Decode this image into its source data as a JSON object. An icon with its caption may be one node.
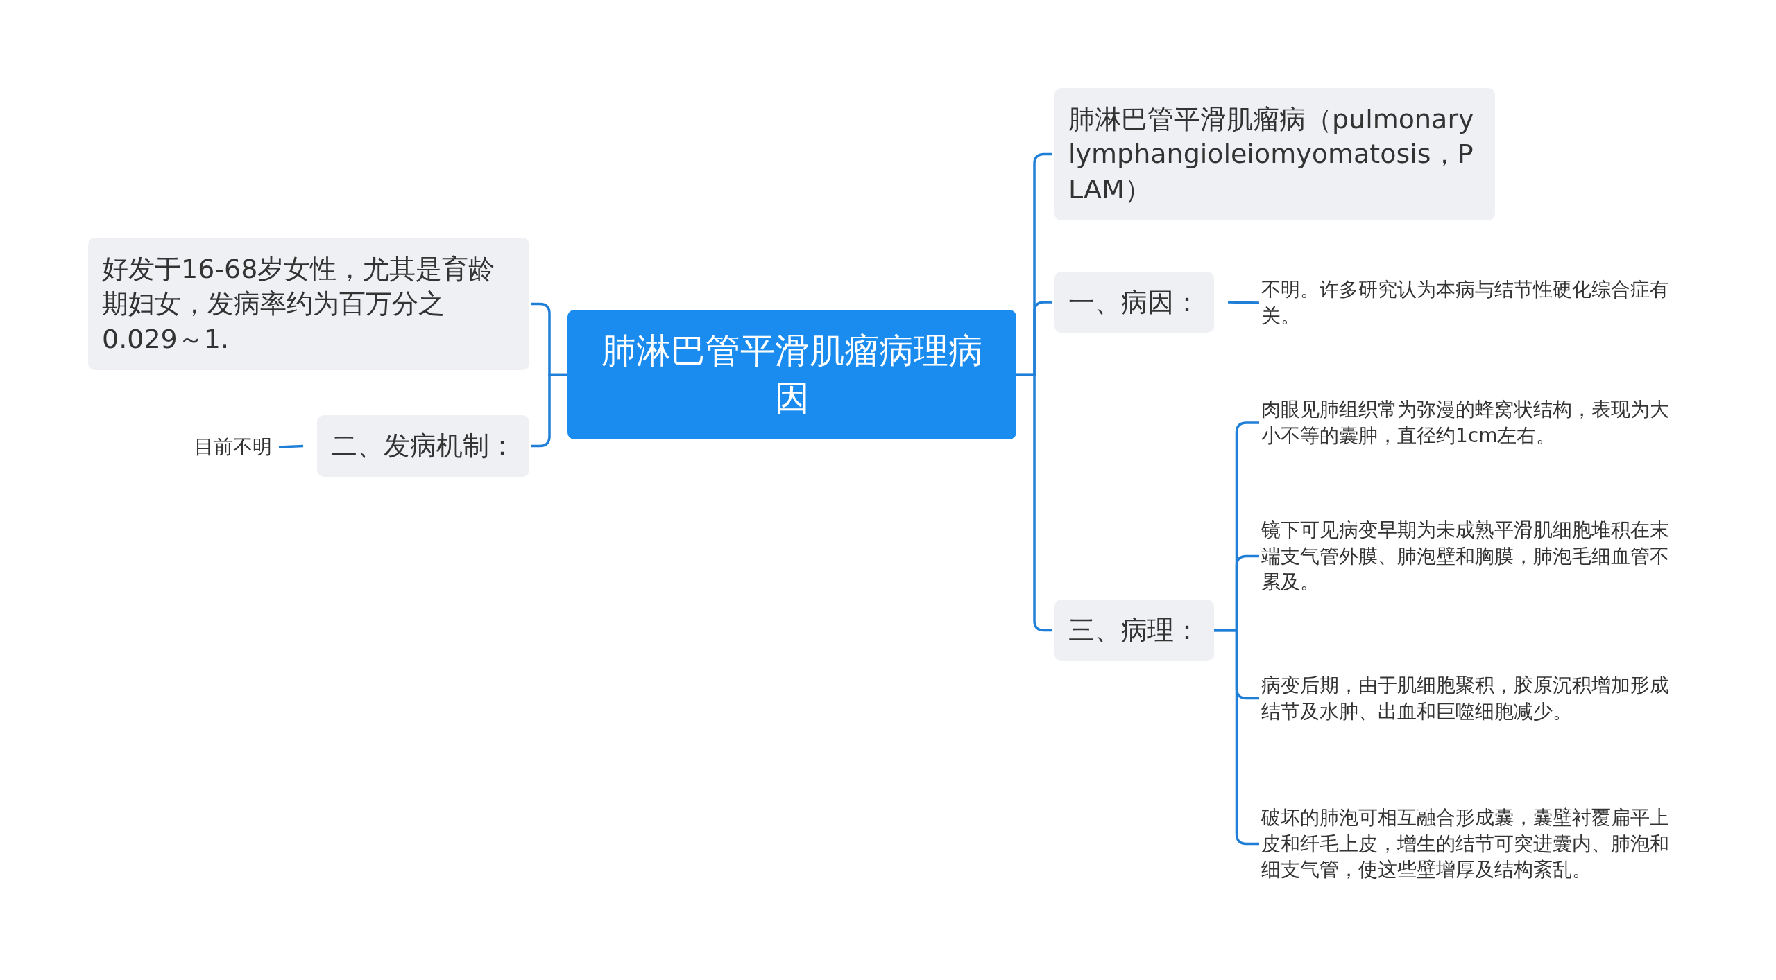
{
  "diagram": {
    "nodes": [
      {
        "text": [
          "肺淋巴管平滑肌瘤病理病因"
        ]
      },
      {
        "text": [
          "好发于16-68岁女性，尤其是育龄期妇女，发病率约为百万分之0.029～1."
        ]
      },
      {
        "text": [
          "二、发病机制："
        ]
      },
      {
        "text": [
          "目前不明"
        ]
      },
      {
        "text": [
          "肺淋巴管平滑肌瘤病（pulmonarylymphangioleiomyomatosis，PLAM）"
        ]
      },
      {
        "text": [
          "一、病因："
        ]
      },
      {
        "text": [
          "不明。许多研究认为本病与结节性硬化综合症有关。"
        ]
      },
      {
        "text": [
          "三、病理："
        ]
      },
      {
        "text": [
          "肉眼见肺组织常为弥漫的蜂窝状结构，表现为大小不等的囊肿，直径约1cm左右。"
        ]
      },
      {
        "text": [
          "镜下可见病变早期为未成熟平滑肌细胞堆积在末端支气管外膜、肺泡壁和胸膜，肺泡毛细血管不累及。"
        ]
      },
      {
        "text": [
          "病变后期，由于肌细胞聚积，胶原沉积增加形成结节及水肿、出血和巨噬细胞减少。"
        ]
      },
      {
        "text": [
          "破坏的肺泡可相互融合形成囊，囊壁衬覆扁平上皮和纤毛上皮，增生的结节可突进囊内、肺泡和细支气管，使这些壁增厚及结构紊乱。"
        ]
      }
    ],
    "edges": [
      {
        "from": 0,
        "to": 1,
        "arrow": "none"
      },
      {
        "from": 0,
        "to": 2,
        "arrow": "none"
      },
      {
        "from": 2,
        "to": 3,
        "arrow": "none"
      },
      {
        "from": 0,
        "to": 4,
        "arrow": "none"
      },
      {
        "from": 0,
        "to": 5,
        "arrow": "none"
      },
      {
        "from": 5,
        "to": 6,
        "arrow": "none"
      },
      {
        "from": 0,
        "to": 7,
        "arrow": "none"
      },
      {
        "from": 7,
        "to": 8,
        "arrow": "none"
      },
      {
        "from": 7,
        "to": 9,
        "arrow": "none"
      },
      {
        "from": 7,
        "to": 10,
        "arrow": "none"
      },
      {
        "from": 7,
        "to": 11,
        "arrow": "none"
      }
    ]
  }
}
